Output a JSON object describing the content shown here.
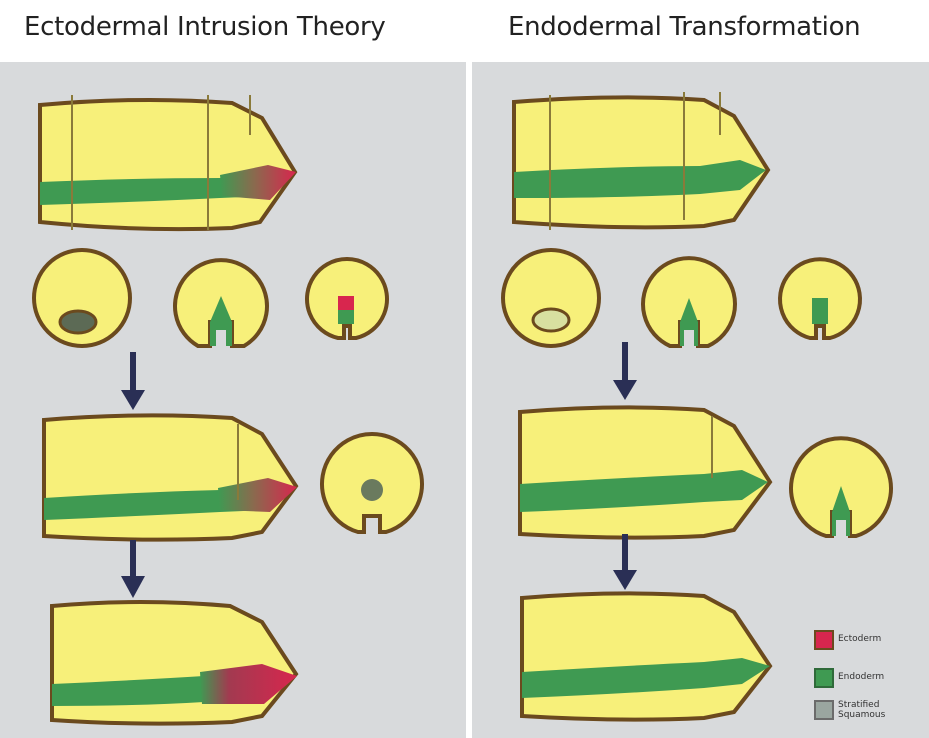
{
  "titles": {
    "left": "Ectodermal Intrusion Theory",
    "right": "Endodermal Transformation"
  },
  "legend": [
    {
      "label": "Ectoderm",
      "color": "#d8264e"
    },
    {
      "label": "Endoderm",
      "color": "#3f9a52"
    },
    {
      "label": "Stratified Squamous",
      "color": "#9aa6a0"
    }
  ],
  "colors": {
    "background": "#d8dadc",
    "tissue": "#f7f07a",
    "outline": "#6b4a1e",
    "ectoderm": "#d8264e",
    "endoderm": "#3f9a52",
    "arrow": "#2a2f55"
  },
  "icons": [
    "arrow-down-icon"
  ]
}
